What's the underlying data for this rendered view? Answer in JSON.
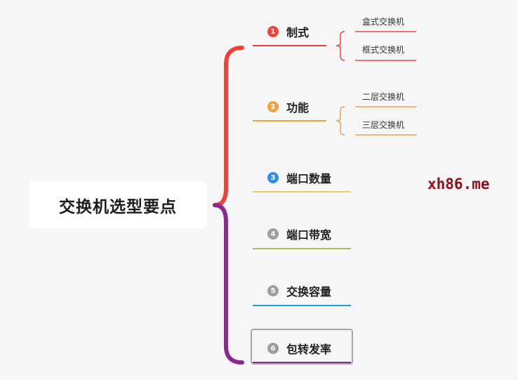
{
  "root": {
    "label": "交换机选型要点"
  },
  "topics": [
    {
      "number": "1",
      "label": "制式",
      "color": "#e8463d",
      "children": [
        "盒式交换机",
        "框式交换机"
      ]
    },
    {
      "number": "2",
      "label": "功能",
      "color": "#f0a23b",
      "children": [
        "二层交换机",
        "三层交换机"
      ]
    },
    {
      "number": "3",
      "label": "端口数量",
      "color": "#2f8de4"
    },
    {
      "number": "4",
      "label": "端口带宽",
      "color": "#9e9e9e"
    },
    {
      "number": "5",
      "label": "交换容量",
      "color": "#9e9e9e"
    },
    {
      "number": "6",
      "label": "包转发率",
      "color": "#9e9e9e"
    }
  ],
  "colors": {
    "bracket_upper": "#ef4136",
    "bracket_lower": "#8a2a8f",
    "underline_1": "#e8463d",
    "underline_2": "#f0a23b",
    "underline_3": "#f2cd55",
    "underline_4": "#a5c04f",
    "underline_5": "#1f9ed1",
    "underline_6": "#8a2a8f"
  },
  "watermark": "xh86.me"
}
